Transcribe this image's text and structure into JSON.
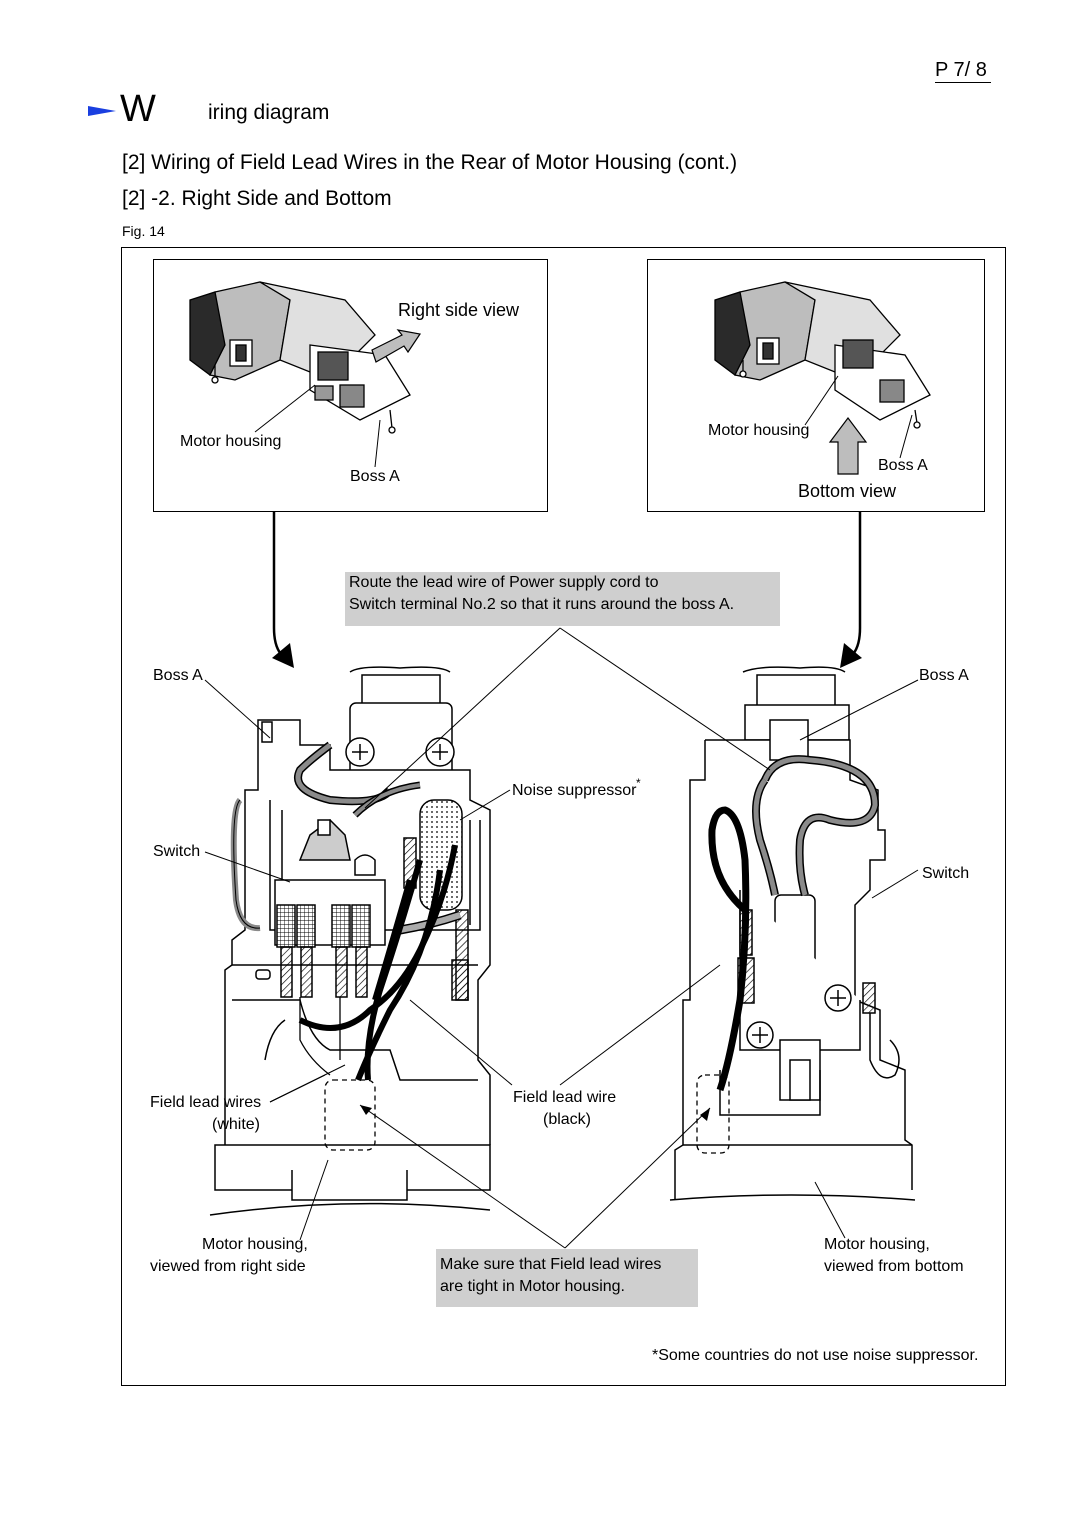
{
  "header": {
    "page_number": "P 7/ 8",
    "title_initial": "W",
    "title_rest": "iring  diagram",
    "subtitle1": "[2] Wiring of Field Lead Wires in the Rear of Motor Housing (cont.)",
    "subtitle2": "[2] -2. Right Side and Bottom",
    "figure_label": "Fig. 14"
  },
  "left_panel": {
    "view_label": "Right side view",
    "motor_housing_label": "Motor housing",
    "boss_label": "Boss A"
  },
  "right_panel": {
    "view_label": "Bottom view",
    "motor_housing_label": "Motor housing",
    "boss_label": "Boss A"
  },
  "notes": {
    "route_line1": "Route the lead wire of Power supply cord to",
    "route_line2": "Switch terminal No.2 so that it runs around the boss A.",
    "tight_line1": "Make sure that Field lead wires",
    "tight_line2": "are tight in Motor housing."
  },
  "callouts": {
    "boss_a_left": "Boss A",
    "boss_a_right": "Boss A",
    "noise_suppressor": "Noise suppressor",
    "noise_marker": "*",
    "switch_left": "Switch",
    "switch_right": "Switch",
    "field_lead_white_1": "Field lead wires",
    "field_lead_white_2": "(white)",
    "field_lead_black_1": "Field lead wire",
    "field_lead_black_2": "(black)",
    "mh_right_side_1": "Motor housing,",
    "mh_right_side_2": "viewed from right side",
    "mh_bottom_1": "Motor housing,",
    "mh_bottom_2": "viewed from bottom"
  },
  "footnote": "*Some countries do not use noise suppressor.",
  "colors": {
    "accent_arrow": "#1a3fe0",
    "note_bg": "#cfcfcf",
    "wire_gray": "#8a8a8a"
  }
}
